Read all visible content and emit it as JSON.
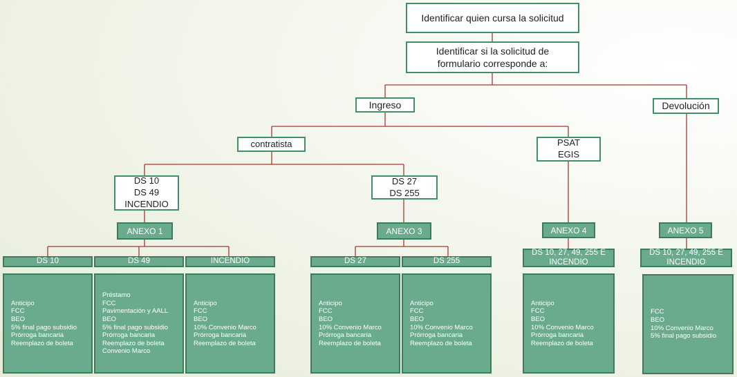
{
  "top": {
    "identify_label": "Identificar quien cursa la solicitud"
  },
  "form_check": {
    "label": "Identificar si la solicitud de\nformulario corresponde a:"
  },
  "branches": {
    "ingreso": "Ingreso",
    "devolucion": "Devolución"
  },
  "ingreso_types": {
    "contratista": "contratista",
    "psat_egis": "PSAT\nEGIS"
  },
  "program_groups": {
    "group_a": "DS 10\nDS 49\nINCENDIO",
    "group_b": "DS 27\nDS 255"
  },
  "annexes": {
    "a1": "ANEXO 1",
    "a3": "ANEXO 3",
    "a4": "ANEXO 4",
    "a5": "ANEXO 5"
  },
  "columns": [
    {
      "header": "DS 10",
      "items": [
        "Anticipo",
        "FCC",
        "BEO",
        "5% final pago subsidio",
        "Prórroga bancaria",
        "Reemplazo de boleta"
      ]
    },
    {
      "header": "DS 49",
      "items": [
        "Préstamo",
        "FCC",
        "Pavimentación y AALL",
        "BEO",
        "5% final pago subsidio",
        "Prórroga bancaria",
        "Reemplazo de boleta",
        "Convenio Marco"
      ]
    },
    {
      "header": "INCENDIO",
      "items": [
        "Anticipo",
        "FCC",
        "BEO",
        "10% Convenio Marco",
        "Prórroga bancaria",
        "Reemplazo de boleta"
      ]
    },
    {
      "header": "DS 27",
      "items": [
        "Anticipo",
        "FCC",
        "BEO",
        "10% Convenio Marco",
        "Prórroga bancaria",
        "Reemplazo de boleta"
      ]
    },
    {
      "header": "DS 255",
      "items": [
        "Anticipo",
        "FCC",
        "BEO",
        "10% Convenio Marco",
        "Prórroga bancaria",
        "Reemplazo de boleta"
      ]
    },
    {
      "header": "DS 10, 27, 49, 255 E\nINCENDIO",
      "items": [
        "Anticipo",
        "FCC",
        "BEO",
        "10% Convenio Marco",
        "Prórroga bancaria",
        "Reemplazo de boleta"
      ]
    },
    {
      "header": "DS 10, 27, 49, 255 E\nINCENDIO",
      "items": [
        "FCC",
        "BEO",
        "10% Convenio Marco",
        "5% final pago subsidio"
      ]
    }
  ],
  "colors": {
    "line": "#a23b2b",
    "box_border": "#3f8f68",
    "fill": "#6aab8d"
  }
}
